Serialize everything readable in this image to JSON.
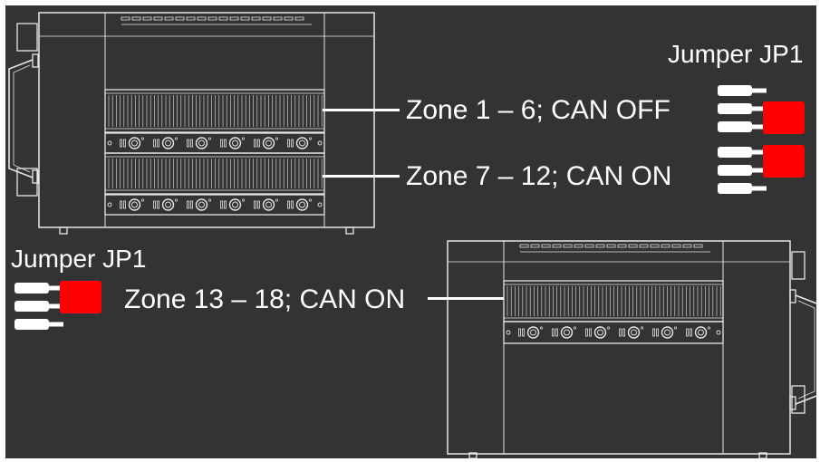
{
  "colors": {
    "background": "#333333",
    "line": "#e6e6e6",
    "jumper_active": "#ff0000",
    "pin": "#ffffff"
  },
  "units": [
    {
      "name": "upper-unit",
      "zones": [
        {
          "label": "Zone 1 – 6; CAN OFF"
        },
        {
          "label": "Zone 7 – 12; CAN ON"
        }
      ]
    },
    {
      "name": "lower-unit",
      "zones": [
        {
          "label": "Zone 13 – 18; CAN ON"
        }
      ]
    }
  ],
  "jumpers": [
    {
      "title": "Jumper JP1",
      "states": [
        {
          "jumper_position": "bottom"
        },
        {
          "jumper_position": "top"
        }
      ]
    },
    {
      "title": "Jumper JP1",
      "states": [
        {
          "jumper_position": "top"
        }
      ]
    }
  ]
}
